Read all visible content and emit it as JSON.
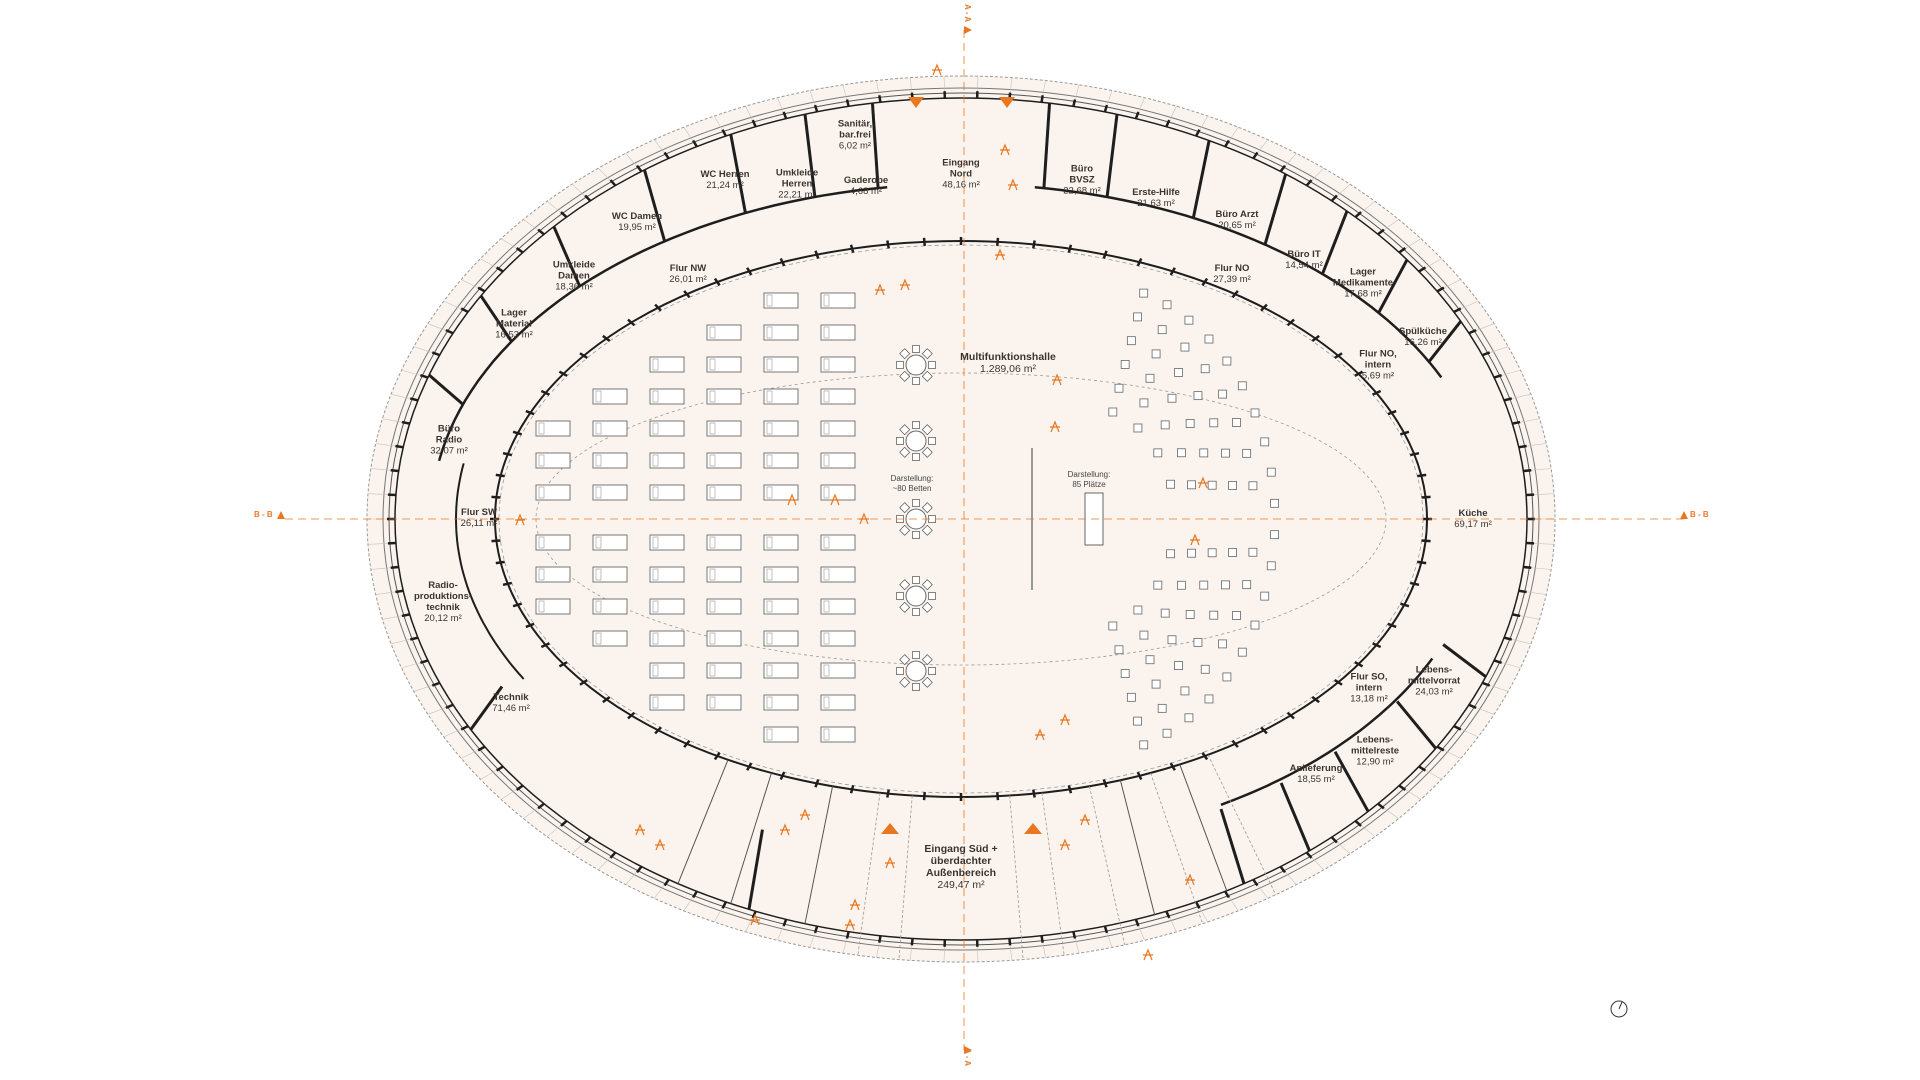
{
  "colors": {
    "accent": "#e8771f",
    "floor": "#fbf4ee",
    "wall": "#1e1e1e",
    "line": "#888888"
  },
  "hall": {
    "name": "Multifunktionshalle",
    "area": "1.289,06 m²"
  },
  "notes": {
    "beds": "Darstellung:\n~80 Betten",
    "seats": "Darstellung:\n85 Plätze"
  },
  "rooms": [
    {
      "name": "Sanitär,\nbar.frei",
      "area": "6,02 m²"
    },
    {
      "name": "Eingang\nNord",
      "area": "48,16 m²"
    },
    {
      "name": "Gaderobe",
      "area": "4,68 m²"
    },
    {
      "name": "Umkleide\nHerren",
      "area": "22,21 m²"
    },
    {
      "name": "WC Herren",
      "area": "21,24 m²"
    },
    {
      "name": "WC Damen",
      "area": "19,95 m²"
    },
    {
      "name": "Umkleide\nDamen",
      "area": "18,36 m²"
    },
    {
      "name": "Flur NW",
      "area": "26,01 m²"
    },
    {
      "name": "Lager\nMaterial",
      "area": "16,53 m²"
    },
    {
      "name": "Büro\nRadio",
      "area": "32,07 m²"
    },
    {
      "name": "Flur SW",
      "area": "26,11 m²"
    },
    {
      "name": "Radio-\nproduktions-\ntechnik",
      "area": "20,12 m²"
    },
    {
      "name": "Technik",
      "area": "71,46 m²"
    },
    {
      "name": "Büro\nBVSZ",
      "area": "22,68 m²"
    },
    {
      "name": "Erste-Hilfe",
      "area": "21,63 m²"
    },
    {
      "name": "Büro Arzt",
      "area": "20,65 m²"
    },
    {
      "name": "Büro IT",
      "area": "14,54 m²"
    },
    {
      "name": "Flur NO",
      "area": "27,39 m²"
    },
    {
      "name": "Lager\nMedikamente",
      "area": "17,68 m²"
    },
    {
      "name": "Spülküche",
      "area": "16,26 m²"
    },
    {
      "name": "Flur NO,\nintern",
      "area": "5,69 m²"
    },
    {
      "name": "Küche",
      "area": "69,17 m²"
    },
    {
      "name": "Flur SO,\nintern",
      "area": "13,18 m²"
    },
    {
      "name": "Lebens-\nmittelvorrat",
      "area": "24,03 m²"
    },
    {
      "name": "Lebens-\nmittelreste",
      "area": "12,90 m²"
    },
    {
      "name": "Anlieferung",
      "area": "18,55 m²"
    },
    {
      "name": "Eingang Süd +\nüberdachter\nAußenbereich",
      "area": "249,47 m²"
    }
  ],
  "sections": {
    "a_top": "A - A",
    "a_bottom": "A - A",
    "b_left": "B - B",
    "b_right": "B - B"
  },
  "icons": [
    "north-arrow-icon",
    "entrance-arrow-icon",
    "section-marker-icon",
    "bed-icon",
    "round-table-icon",
    "chair-icon",
    "person-figure-icon"
  ]
}
